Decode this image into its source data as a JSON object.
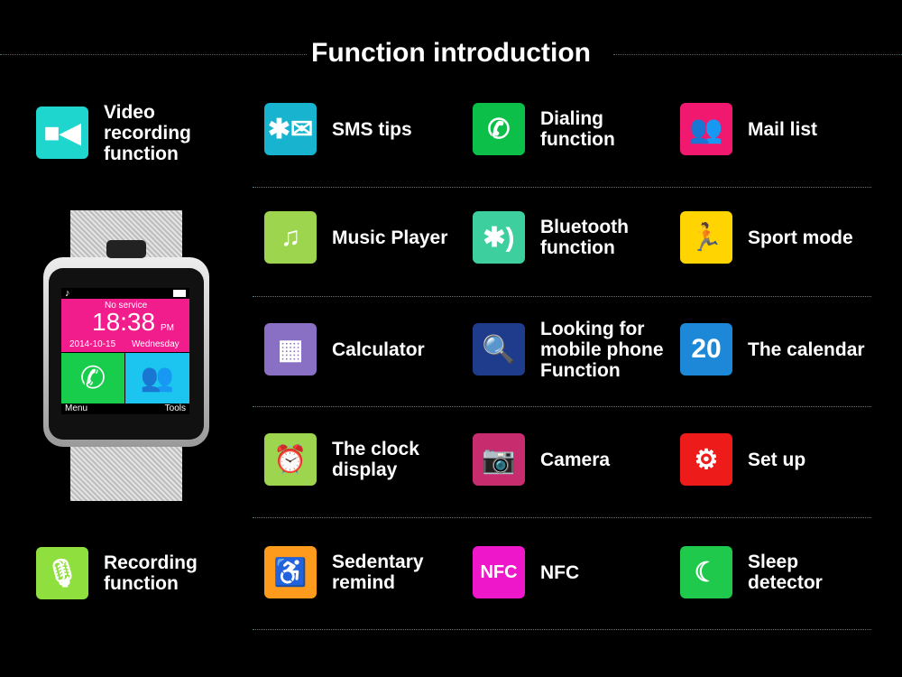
{
  "title": "Function introduction",
  "watch": {
    "status_icon": "♪",
    "no_service": "No service",
    "time": "18:38",
    "ampm": "PM",
    "date": "2014-10-15",
    "weekday": "Wednesday",
    "menu": "Menu",
    "tools": "Tools"
  },
  "features": [
    {
      "id": "video-recording",
      "label": "Video\nrecording\nfunction",
      "icon": "video-icon",
      "glyph": "■◀",
      "color": "#1fd6cf"
    },
    {
      "id": "recording",
      "label": "Recording\nfunction",
      "icon": "microphone-icon",
      "glyph": "🎙",
      "color": "#8fdf3e"
    },
    {
      "id": "sms-tips",
      "label": "SMS tips",
      "icon": "bluetooth-mail-icon",
      "glyph": "✱✉",
      "color": "#17b3cf"
    },
    {
      "id": "dialing",
      "label": "Dialing\nfunction",
      "icon": "phone-icon",
      "glyph": "✆",
      "color": "#0cbf49"
    },
    {
      "id": "mail-list",
      "label": "Mail list",
      "icon": "contacts-icon",
      "glyph": "👥",
      "color": "#f0186f"
    },
    {
      "id": "music-player",
      "label": "Music Player",
      "icon": "music-note-icon",
      "glyph": "♫",
      "color": "#9dd64e"
    },
    {
      "id": "bluetooth",
      "label": "Bluetooth\nfunction",
      "icon": "bluetooth-icon",
      "glyph": "✱)",
      "color": "#3ecf9f"
    },
    {
      "id": "sport-mode",
      "label": "Sport mode",
      "icon": "runner-icon",
      "glyph": "🏃",
      "color": "#ffd400"
    },
    {
      "id": "calculator",
      "label": "Calculator",
      "icon": "calculator-icon",
      "glyph": "▦",
      "color": "#8a70c4"
    },
    {
      "id": "find-phone",
      "label": "Looking for\nmobile phone\nFunction",
      "icon": "search-icon",
      "glyph": "🔍",
      "color": "#1f3b8c"
    },
    {
      "id": "calendar",
      "label": "The calendar",
      "icon": "calendar-icon",
      "glyph": "20",
      "color": "#1e88d8"
    },
    {
      "id": "clock",
      "label": "The clock\ndisplay",
      "icon": "alarm-clock-icon",
      "glyph": "⏰",
      "color": "#9dd64e"
    },
    {
      "id": "camera",
      "label": "Camera",
      "icon": "camera-icon",
      "glyph": "📷",
      "color": "#c72c6f"
    },
    {
      "id": "setup",
      "label": "Set up",
      "icon": "gear-icon",
      "glyph": "⚙",
      "color": "#ee1b1b"
    },
    {
      "id": "sedentary",
      "label": "Sedentary\nremind",
      "icon": "seated-person-icon",
      "glyph": "♿",
      "color": "#ff9b1c"
    },
    {
      "id": "nfc",
      "label": "NFC",
      "icon": "nfc-icon",
      "glyph": "NFC",
      "color": "#ee17c9"
    },
    {
      "id": "sleep",
      "label": "Sleep\ndetector",
      "icon": "sleep-icon",
      "glyph": "☾",
      "color": "#1ec94b"
    }
  ]
}
